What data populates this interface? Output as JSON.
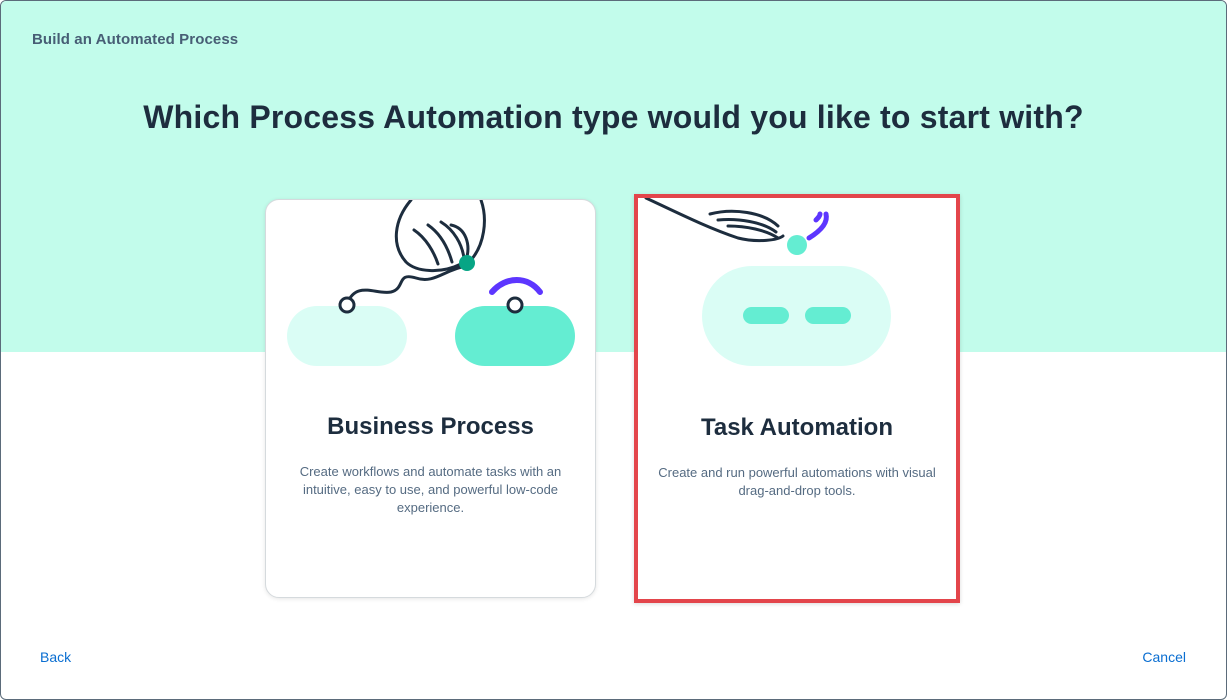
{
  "dialog": {
    "title": "Build an Automated Process",
    "question": "Which Process Automation type would you like to start with?"
  },
  "cards": [
    {
      "id": "business-process",
      "title": "Business Process",
      "description": "Create workflows and automate tasks with an intuitive, easy to use, and powerful low-code experience.",
      "selected": false
    },
    {
      "id": "task-automation",
      "title": "Task Automation",
      "description": "Create and run powerful automations with visual drag-and-drop tools.",
      "selected": true
    }
  ],
  "footer": {
    "back_label": "Back",
    "cancel_label": "Cancel"
  },
  "colors": {
    "hero_background": "#c2fceb",
    "accent_teal": "#64edd2",
    "light_teal": "#dafdf5",
    "dark_teal": "#07a585",
    "purple": "#5d36ff",
    "ink": "#1d2d3e",
    "link": "#0a6ed1",
    "selection_border": "#e3454b"
  },
  "icons": [
    "hand-with-wire-illustration",
    "hand-dropping-illustration",
    "signal-waves-icon"
  ]
}
